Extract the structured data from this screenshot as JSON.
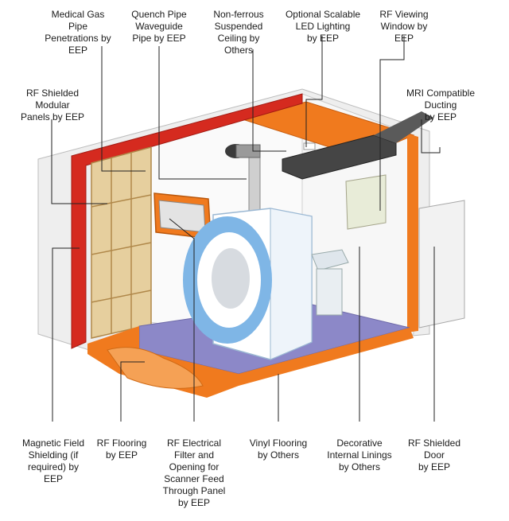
{
  "labels": {
    "medical_gas": [
      "Medical Gas",
      "Pipe",
      "Penetrations by",
      "EEP"
    ],
    "quench_pipe": [
      "Quench Pipe",
      "Waveguide",
      "Pipe by EEP"
    ],
    "suspended_ceiling": [
      "Non-ferrous",
      "Suspended",
      "Ceiling by",
      "Others"
    ],
    "led_lighting": [
      "Optional Scalable",
      "LED Lighting",
      "by EEP"
    ],
    "viewing_window": [
      "RF Viewing",
      "Window by",
      "EEP"
    ],
    "rf_panels": [
      "RF Shielded",
      "Modular",
      "Panels by EEP"
    ],
    "ducting": [
      "MRI Compatible",
      "Ducting",
      "by EEP"
    ],
    "magnetic_shielding": [
      "Magnetic Field",
      "Shielding (if",
      "required) by",
      "EEP"
    ],
    "rf_flooring": [
      "RF Flooring",
      "by EEP"
    ],
    "rf_filter": [
      "RF Electrical",
      "Filter and",
      "Opening for",
      "Scanner Feed",
      "Through Panel",
      "by EEP"
    ],
    "vinyl_flooring": [
      "Vinyl Flooring",
      "by Others"
    ],
    "decorative_linings": [
      "Decorative",
      "Internal Linings",
      "by Others"
    ],
    "rf_door": [
      "RF Shielded",
      "Door",
      "by EEP"
    ]
  },
  "colors": {
    "orange": "#f07a1e",
    "red": "#d52a1f",
    "floor": "#8c88c8",
    "wall": "#f2f2f2",
    "scanner_ring": "#7fb6e6",
    "wood": "#d9c08a"
  }
}
